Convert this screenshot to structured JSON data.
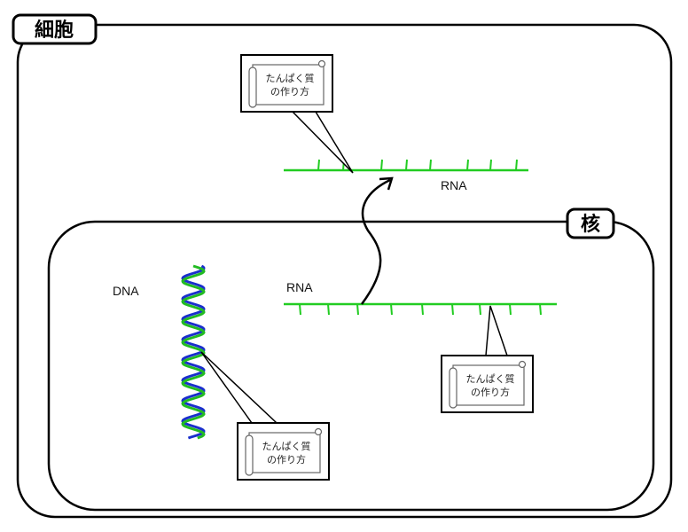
{
  "labels": {
    "cell": "細胞",
    "nucleus": "核",
    "dna": "DNA",
    "rna_cytoplasm": "RNA",
    "rna_nucleus": "RNA"
  },
  "callout_text": {
    "line1": "たんぱく質",
    "line2": "の作り方"
  },
  "colors": {
    "rna": "#22cc22",
    "dna_strand_a": "#22bb22",
    "dna_strand_b": "#1a2fcc",
    "outline": "#000000"
  }
}
